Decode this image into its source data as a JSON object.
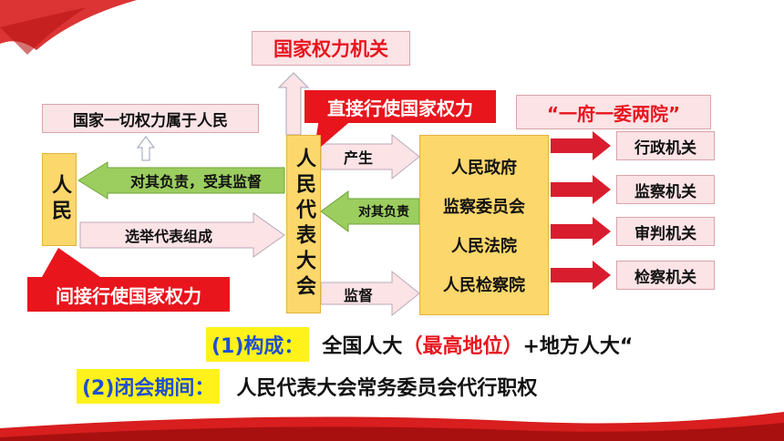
{
  "top_box": "国家权力机关",
  "direct_callout": "直接行使国家权力",
  "indirect_callout": "间接行使国家权力",
  "power_belongs": "国家一切权力属于人民",
  "people_box": "人民",
  "npc_box": "人民代表大会",
  "arrow_responsible_supervise": "对其负责，受其监督",
  "arrow_elect": "选举代表组成",
  "arrow_produce": "产生",
  "arrow_responsible": "对其负责",
  "arrow_supervise": "监督",
  "organs_box": {
    "title": "“一府一委两院”",
    "items": [
      "人民政府",
      "监察委员会",
      "人民法院",
      "人民检察院"
    ]
  },
  "organ_types": [
    "行政机关",
    "监察机关",
    "审判机关",
    "检察机关"
  ],
  "line1": {
    "label": "(1)构成：",
    "text_a": "全国人大",
    "paren_open": "（",
    "highlight": "最高地位",
    "paren_close": "）",
    "text_b": "+地方人大“"
  },
  "line2": {
    "label": "(2)闭会期间：",
    "text": "人民代表大会常务委员会代行职权"
  },
  "colors": {
    "red": "#e8151d",
    "yellow": "#fcd76b",
    "pink": "#fbe3e6",
    "green": "#9ccd5f",
    "label_blue": "#1f4fd0",
    "label_bg": "#fff21a"
  }
}
